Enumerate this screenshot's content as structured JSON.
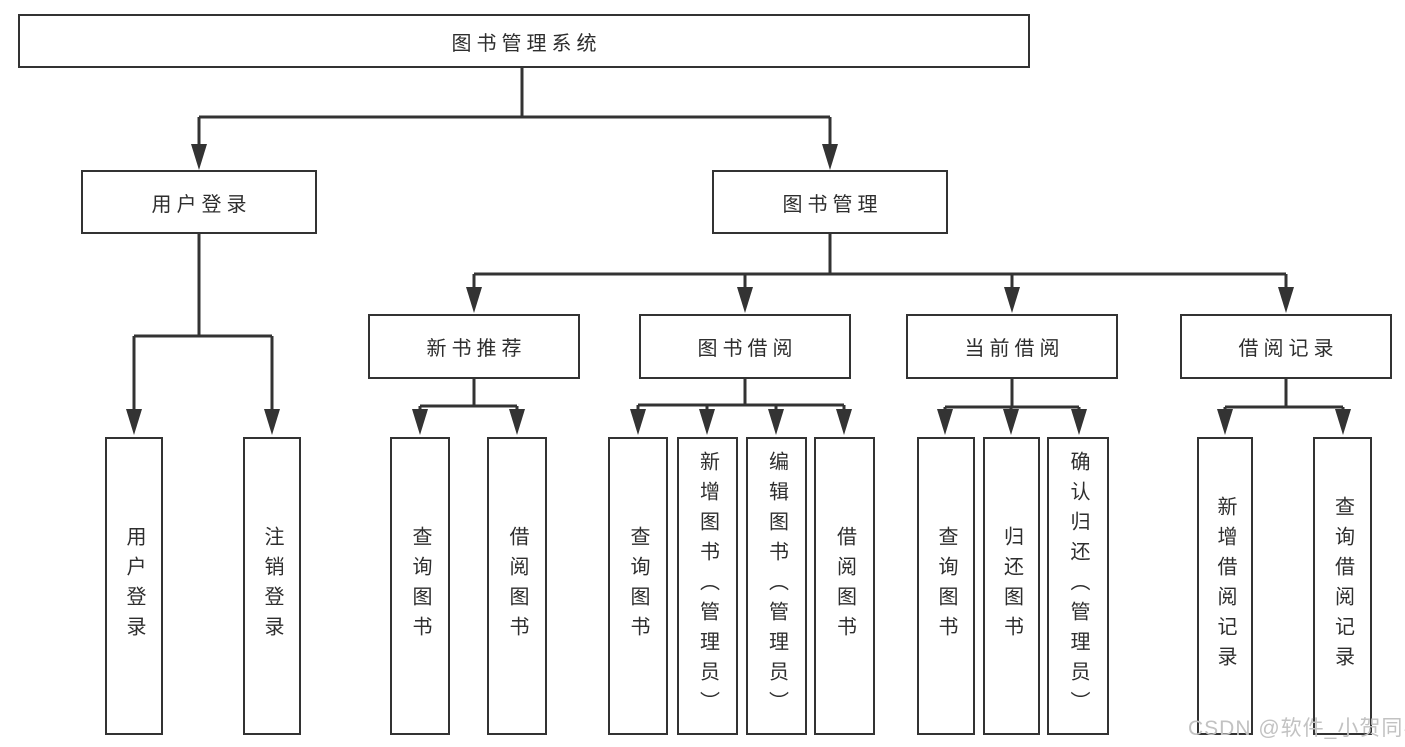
{
  "tree": {
    "label": "图书管理系统",
    "children": [
      {
        "label": "用户登录",
        "children": [
          {
            "label": "用户登录"
          },
          {
            "label": "注销登录"
          }
        ]
      },
      {
        "label": "图书管理",
        "children": [
          {
            "label": "新书推荐",
            "children": [
              {
                "label": "查询图书"
              },
              {
                "label": "借阅图书"
              }
            ]
          },
          {
            "label": "图书借阅",
            "children": [
              {
                "label": "查询图书"
              },
              {
                "label": "新增图书（管理员）"
              },
              {
                "label": "编辑图书（管理员）"
              },
              {
                "label": "借阅图书"
              }
            ]
          },
          {
            "label": "当前借阅",
            "children": [
              {
                "label": "查询图书"
              },
              {
                "label": "归还图书"
              },
              {
                "label": "确认归还（管理员）"
              }
            ]
          },
          {
            "label": "借阅记录",
            "children": [
              {
                "label": "新增借阅记录"
              },
              {
                "label": "查询借阅记录"
              }
            ]
          }
        ]
      }
    ]
  },
  "watermark": {
    "text": "CSDN @软件_小贺同学"
  },
  "colors": {
    "background": "#ffffff",
    "line": "#333333",
    "box_border": "#333333",
    "box_fill": "#ffffff",
    "text": "#2e2e2e",
    "watermark": "#c2c2c2"
  }
}
